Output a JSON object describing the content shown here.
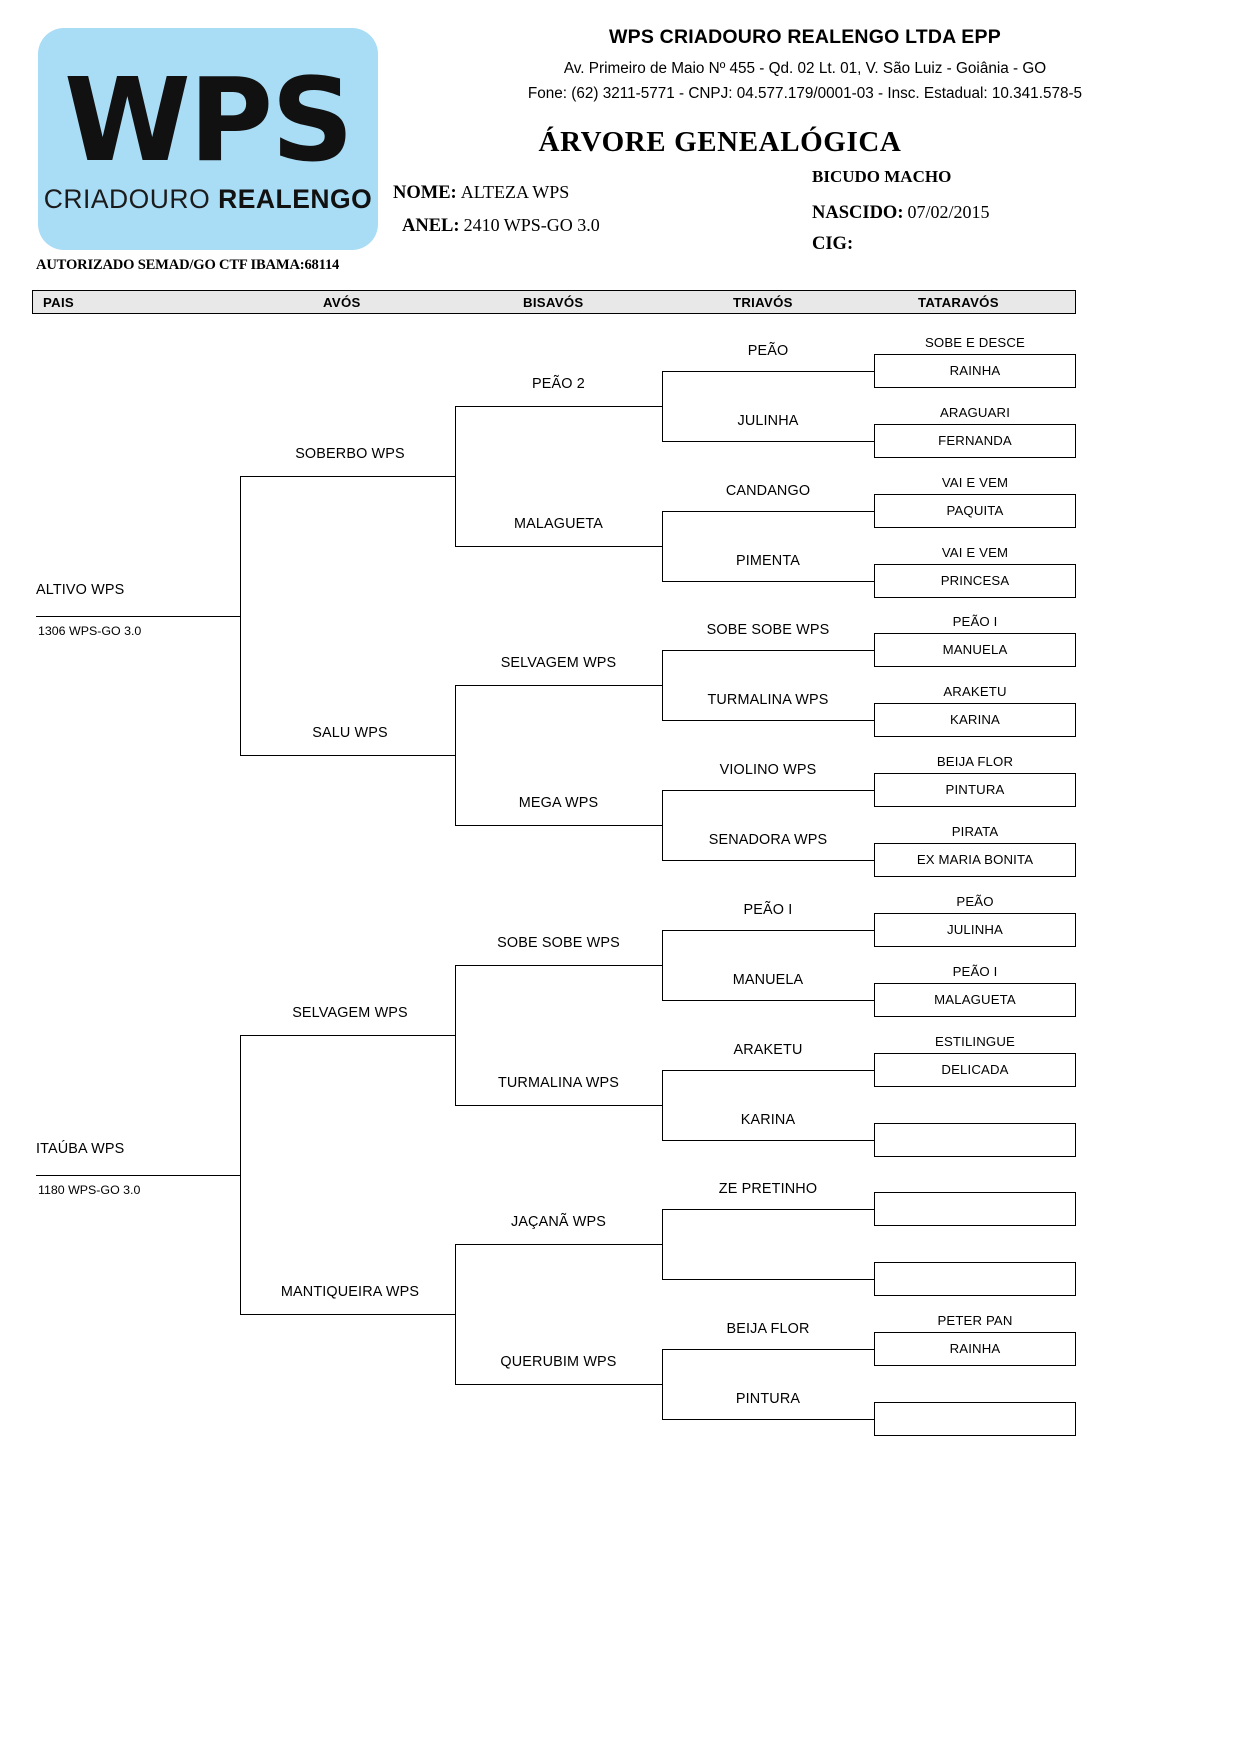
{
  "header": {
    "logo": {
      "main": "WPS",
      "sub_thin": "CRIADOURO ",
      "sub_bold": "REALENGO"
    },
    "company": "WPS CRIADOURO REALENGO LTDA EPP",
    "address_line1": "Av. Primeiro de Maio Nº 455 - Qd. 02 Lt. 01, V. São Luiz  - Goiânia - GO",
    "address_line2": "Fone: (62) 3211-5771  -  CNPJ: 04.577.179/0001-03  -  Insc. Estadual: 10.341.578-5",
    "doc_title": "ÁRVORE  GENEALÓGICA",
    "authorization": "AUTORIZADO SEMAD/GO CTF IBAMA:68114",
    "fields": {
      "nome_label": "NOME:",
      "nome_value": "ALTEZA WPS",
      "anel_label": "ANEL:",
      "anel_value": "2410 WPS-GO 3.0",
      "sex_species": "BICUDO MACHO",
      "nascido_label": "NASCIDO:",
      "nascido_value": "07/02/2015",
      "cig_label": "CIG:",
      "cig_value": ""
    }
  },
  "columns": [
    "PAIS",
    "AVÓS",
    "BISAVÓS",
    "TRIAVÓS",
    "TATARAVÓS"
  ],
  "chart_data": {
    "type": "table",
    "title": "ÁRVORE GENEALÓGICA - ALTEZA WPS",
    "generations": [
      "PAIS",
      "AVÓS",
      "BISAVÓS",
      "TRIAVÓS",
      "TATARAVÓS"
    ]
  },
  "tree": {
    "pais": [
      {
        "name": "ALTIVO  WPS",
        "ring": "1306 WPS-GO 3.0"
      },
      {
        "name": "ITAÚBA WPS",
        "ring": "1180 WPS-GO 3.0"
      }
    ],
    "avos": [
      "SOBERBO WPS",
      "SALU WPS",
      "SELVAGEM WPS",
      "MANTIQUEIRA WPS"
    ],
    "bisavos": [
      "PEÃO 2",
      "MALAGUETA",
      "SELVAGEM WPS",
      "MEGA WPS",
      "SOBE SOBE WPS",
      "TURMALINA WPS",
      "JAÇANÃ WPS",
      "QUERUBIM WPS"
    ],
    "triavos": [
      "PEÃO",
      "JULINHA",
      "CANDANGO",
      "PIMENTA",
      "SOBE SOBE WPS",
      "TURMALINA WPS",
      "VIOLINO WPS",
      "SENADORA WPS",
      "PEÃO I",
      "MANUELA",
      "ARAKETU",
      "KARINA",
      "ZE PRETINHO",
      "",
      "BEIJA FLOR",
      "PINTURA"
    ],
    "tataravos": [
      "SOBE E DESCE",
      "RAINHA",
      "ARAGUARI",
      "FERNANDA",
      "VAI E VEM",
      "PAQUITA",
      "VAI E VEM",
      "PRINCESA",
      "PEÃO I",
      "MANUELA",
      "ARAKETU",
      "KARINA",
      "BEIJA FLOR",
      "PINTURA",
      "PIRATA",
      "EX MARIA BONITA",
      "PEÃO",
      "JULINHA",
      "PEÃO I",
      "MALAGUETA",
      "ESTILINGUE",
      "DELICADA",
      "",
      "",
      "",
      "",
      "",
      "",
      "PETER PAN",
      "RAINHA",
      "",
      ""
    ]
  }
}
